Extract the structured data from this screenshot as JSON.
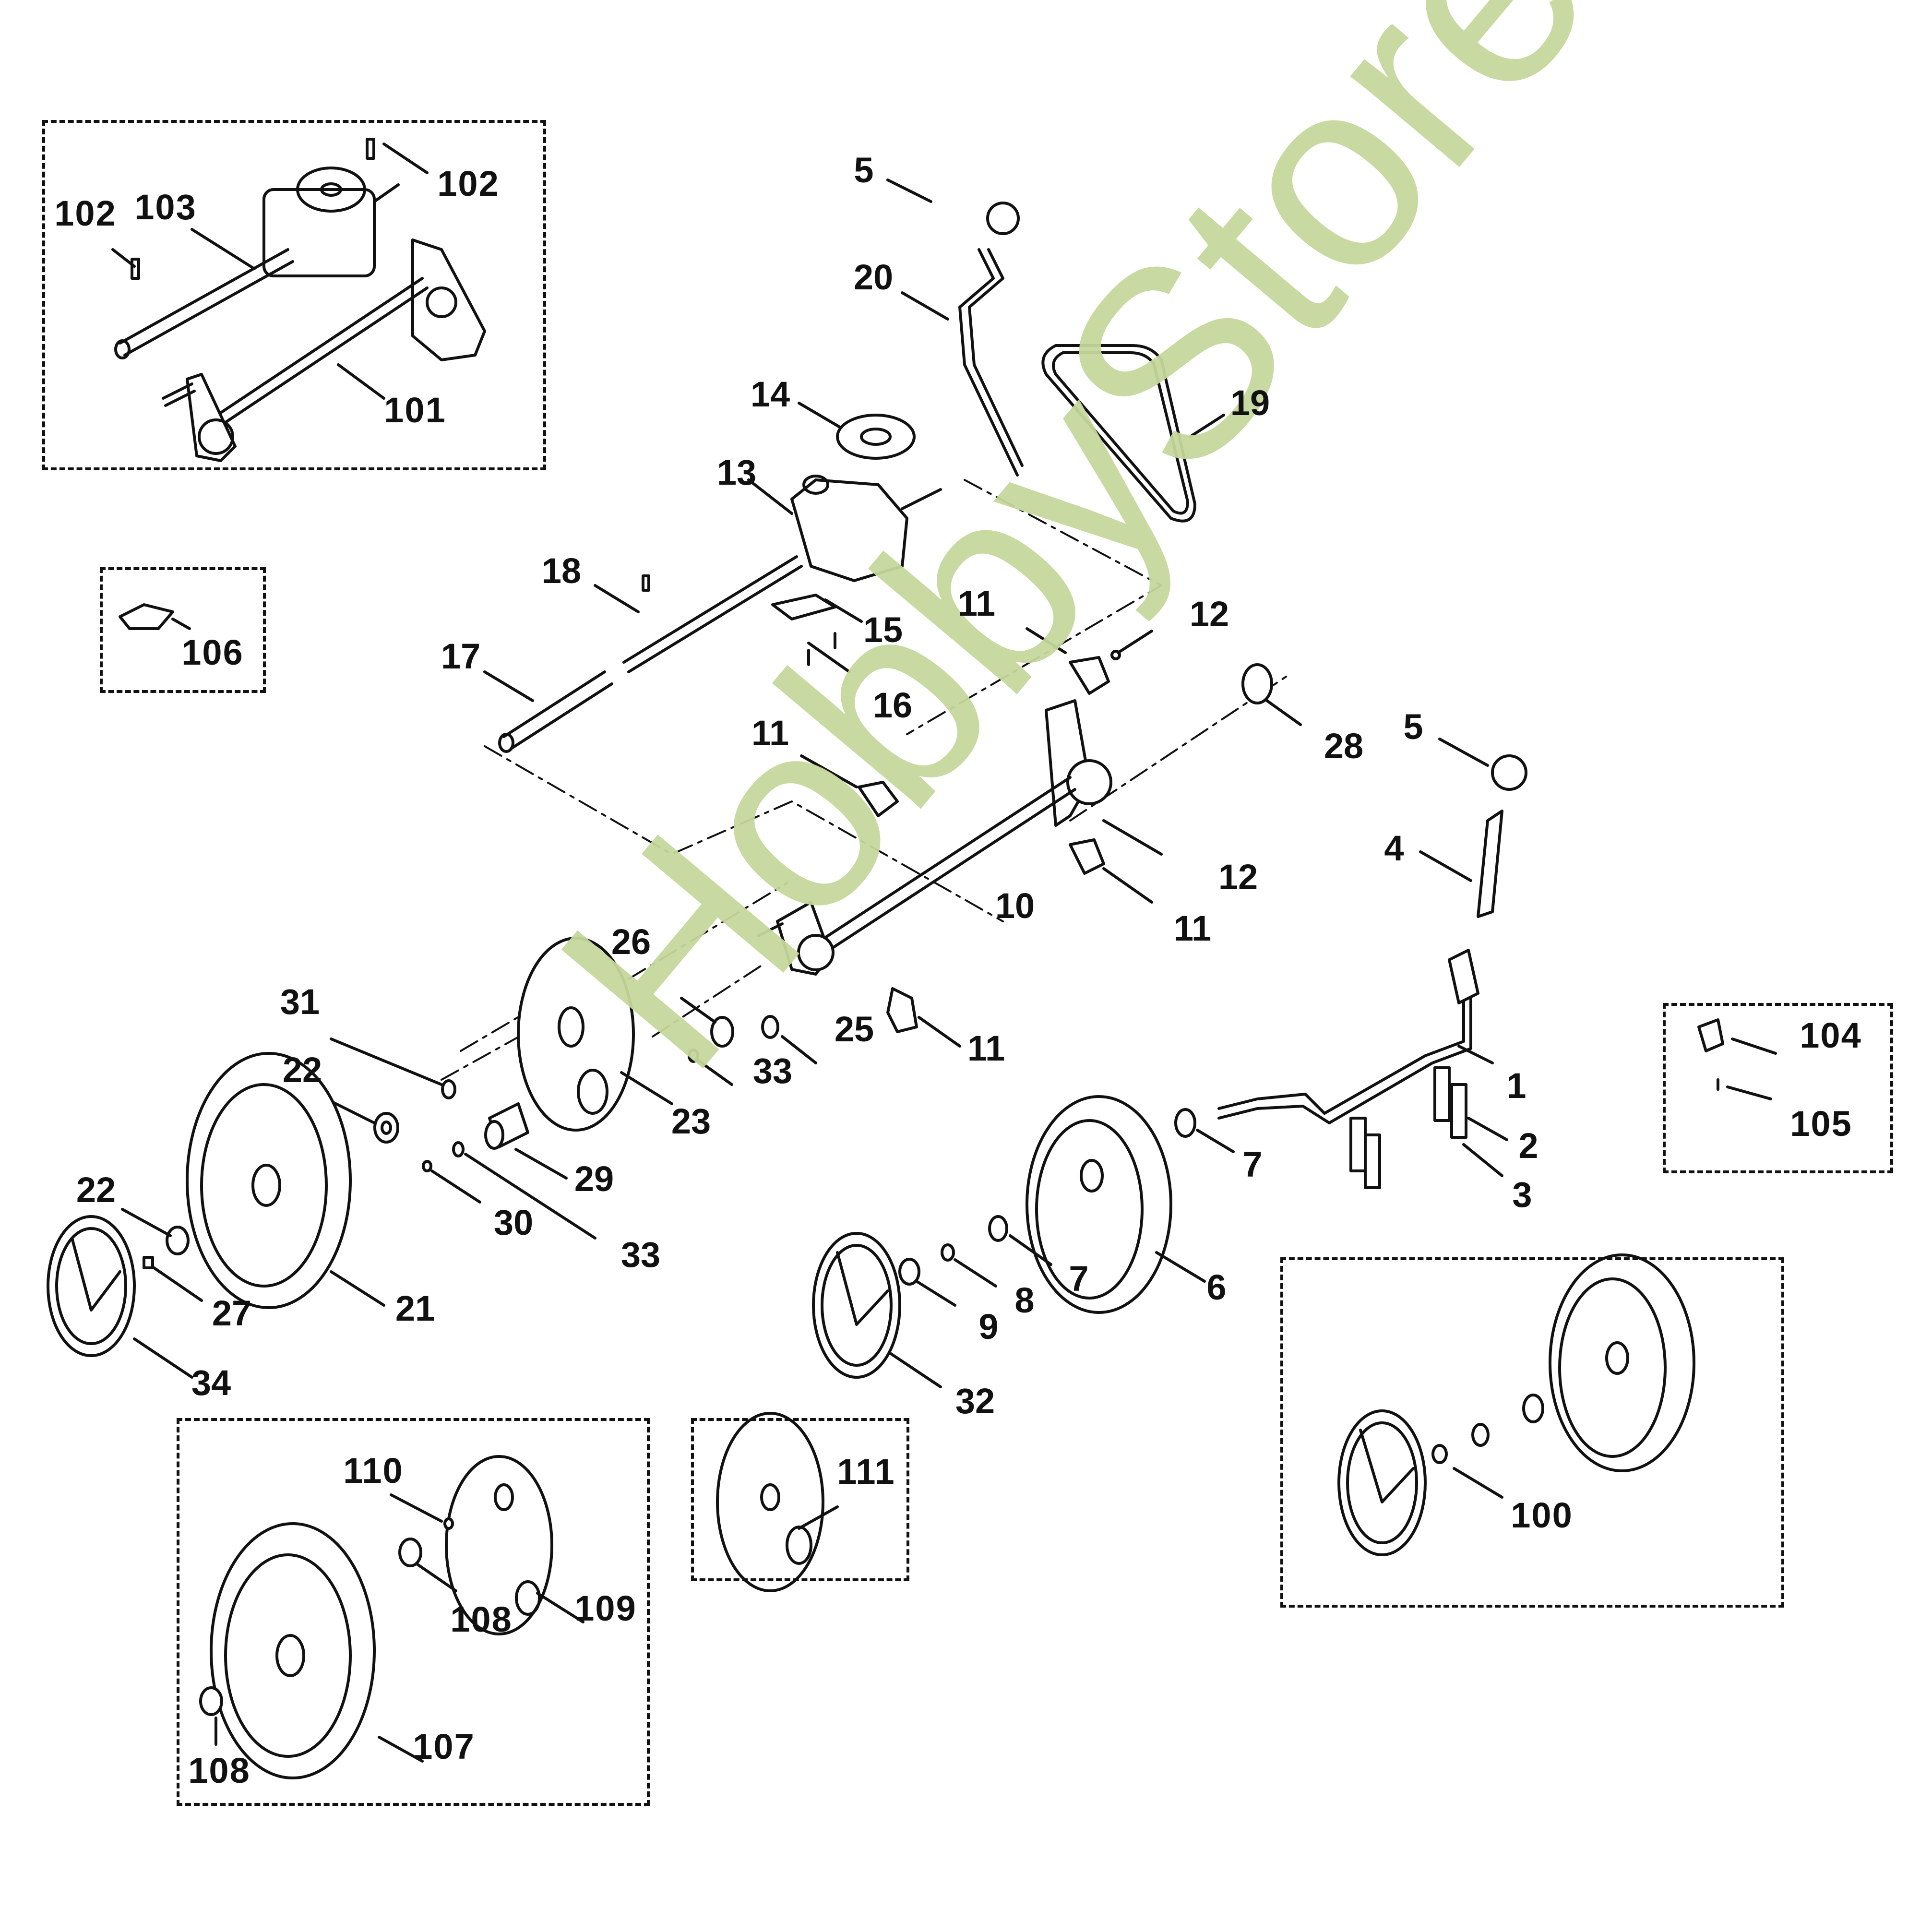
{
  "diagram": {
    "type": "exploded-parts-diagram",
    "subject": "lawn mower rear drive / wheel assembly",
    "watermark": {
      "text": "HobbyStore.it",
      "color": "#c6d89c"
    },
    "line_color": "#111111",
    "background": "#ffffff",
    "groups": [
      {
        "id": "box-transmission",
        "labels": [
          "101",
          "102",
          "102",
          "103"
        ]
      },
      {
        "id": "box-clip",
        "labels": [
          "106"
        ]
      },
      {
        "id": "box-pin",
        "labels": [
          "104",
          "105"
        ]
      },
      {
        "id": "box-front-wheel-kit",
        "labels": [
          "100"
        ]
      },
      {
        "id": "box-rear-wheel-kit",
        "labels": [
          "107",
          "108",
          "108",
          "109",
          "110"
        ]
      },
      {
        "id": "box-hubcap",
        "labels": [
          "111"
        ]
      }
    ],
    "labels": [
      {
        "id": "l5a",
        "text": "5"
      },
      {
        "id": "l20",
        "text": "20"
      },
      {
        "id": "l19",
        "text": "19"
      },
      {
        "id": "l14",
        "text": "14"
      },
      {
        "id": "l13",
        "text": "13"
      },
      {
        "id": "l18",
        "text": "18"
      },
      {
        "id": "l15",
        "text": "15"
      },
      {
        "id": "l16",
        "text": "16"
      },
      {
        "id": "l17",
        "text": "17"
      },
      {
        "id": "l11a",
        "text": "11"
      },
      {
        "id": "l12a",
        "text": "12"
      },
      {
        "id": "l28",
        "text": "28"
      },
      {
        "id": "l5b",
        "text": "5"
      },
      {
        "id": "l11b",
        "text": "11"
      },
      {
        "id": "l4",
        "text": "4"
      },
      {
        "id": "l12b",
        "text": "12"
      },
      {
        "id": "l10",
        "text": "10"
      },
      {
        "id": "l11c",
        "text": "11"
      },
      {
        "id": "l26",
        "text": "26"
      },
      {
        "id": "l25",
        "text": "25"
      },
      {
        "id": "l11d",
        "text": "11"
      },
      {
        "id": "l31",
        "text": "31"
      },
      {
        "id": "l33a",
        "text": "33"
      },
      {
        "id": "l22a",
        "text": "22"
      },
      {
        "id": "l23",
        "text": "23"
      },
      {
        "id": "l29",
        "text": "29"
      },
      {
        "id": "l30",
        "text": "30"
      },
      {
        "id": "l33b",
        "text": "33"
      },
      {
        "id": "l22b",
        "text": "22"
      },
      {
        "id": "l27",
        "text": "27"
      },
      {
        "id": "l21",
        "text": "21"
      },
      {
        "id": "l34",
        "text": "34"
      },
      {
        "id": "l1",
        "text": "1"
      },
      {
        "id": "l2",
        "text": "2"
      },
      {
        "id": "l3",
        "text": "3"
      },
      {
        "id": "l7a",
        "text": "7"
      },
      {
        "id": "l7b",
        "text": "7"
      },
      {
        "id": "l6",
        "text": "6"
      },
      {
        "id": "l8",
        "text": "8"
      },
      {
        "id": "l9",
        "text": "9"
      },
      {
        "id": "l32",
        "text": "32"
      },
      {
        "id": "l102a",
        "text": "102"
      },
      {
        "id": "l103",
        "text": "103"
      },
      {
        "id": "l102b",
        "text": "102"
      },
      {
        "id": "l101",
        "text": "101"
      },
      {
        "id": "l106",
        "text": "106"
      },
      {
        "id": "l104",
        "text": "104"
      },
      {
        "id": "l105",
        "text": "105"
      },
      {
        "id": "l100",
        "text": "100"
      },
      {
        "id": "l110",
        "text": "110"
      },
      {
        "id": "l109",
        "text": "109"
      },
      {
        "id": "l108a",
        "text": "108"
      },
      {
        "id": "l107",
        "text": "107"
      },
      {
        "id": "l108b",
        "text": "108"
      },
      {
        "id": "l111",
        "text": "111"
      }
    ]
  }
}
